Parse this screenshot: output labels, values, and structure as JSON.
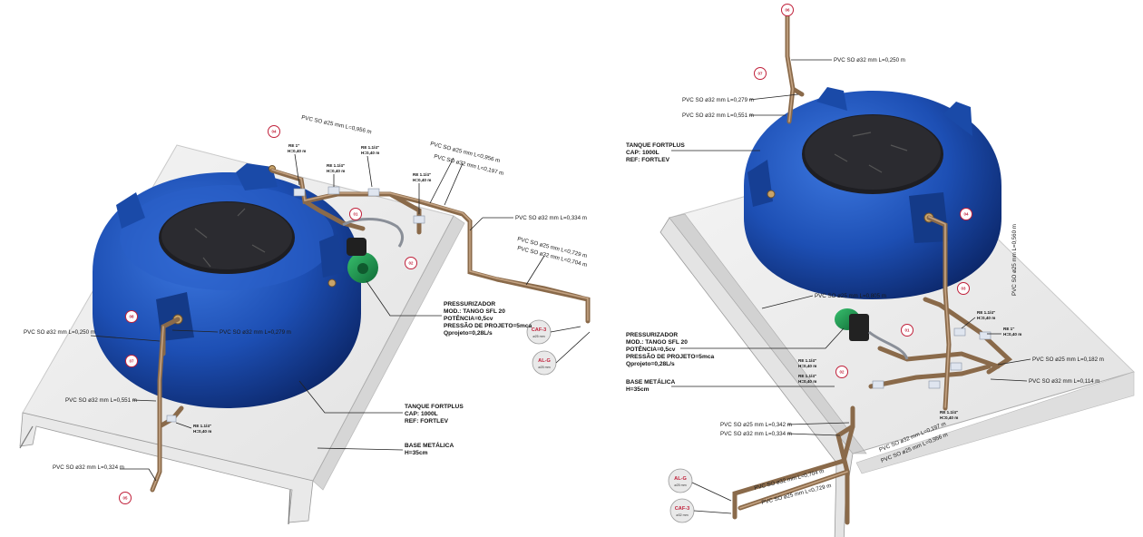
{
  "colors": {
    "tank": "#1d4fb4",
    "tank_dark": "#0d2a6e",
    "lid": "#1e1e22",
    "pipe": "#8a6a4a",
    "pump": "#1f9a52",
    "bubble": "#c0203a",
    "base": "#efefef"
  },
  "left_view": {
    "markers": [
      "04",
      "01",
      "02",
      "08",
      "07",
      "05"
    ],
    "callouts": [
      {
        "title": "CAF-3",
        "sub": "ø25 mm"
      },
      {
        "title": "AL-G",
        "sub": "ø25 mm"
      }
    ],
    "labels": {
      "top_pipe_a": "PVC SO ø25 mm L=0,956 m",
      "re1": "RE 1\"",
      "re1_h": "H=0,40 m",
      "re114_a": "RE 1.1/4\"",
      "re114_a_h": "H=0,40 m",
      "re114_b": "RE 1.1/4\"",
      "re114_b_h": "H=0,40 m",
      "re114_c": "RE 1.1/4\"",
      "re114_c_h": "H=0,40 m",
      "pipe_956": "PVC SO ø25 mm L=0,956 m",
      "pipe_197": "PVC SO ø32 mm L=0,197 m",
      "pipe_334": "PVC SO ø32 mm L=0,334 m",
      "pipe_729": "PVC SO ø25 mm L=0,729 m",
      "pipe_704": "PVC SO ø32 mm L=0,704 m",
      "pressurizador": "PRESSURIZADOR",
      "mod": "MOD.: TANGO SFL 20",
      "potencia": "POTÊNCIA=0,5cv",
      "pressao": "PRESSÃO DE PROJETO=5mca",
      "qprojeto": "Qprojeto=0,28L/s",
      "pipe_250": "PVC SO ø32 mm L=0,250 m",
      "pipe_279": "PVC SO ø32 mm L=0,279 m",
      "pipe_551": "PVC SO ø32 mm L=0,551 m",
      "re114_d": "RE 1.1/4\"",
      "re114_d_h": "H=0,40 m",
      "tanque": "TANQUE FORTPLUS",
      "cap": "CAP: 1000L",
      "ref": "REF: FORTLEV",
      "base": "BASE METÁLICA",
      "base_h": "H=35cm",
      "pipe_324": "PVC SO ø32 mm L=0,324 m"
    }
  },
  "right_view": {
    "markers": [
      "06",
      "07",
      "04",
      "03",
      "01",
      "02"
    ],
    "callouts": [
      {
        "title": "AL-G",
        "sub": "ø25 mm"
      },
      {
        "title": "CAF-3",
        "sub": "ø32 mm"
      }
    ],
    "labels": {
      "pipe_250": "PVC SO ø32 mm L=0,250 m",
      "pipe_279": "PVC SO ø32 mm L=0,279 m",
      "pipe_551": "PVC SO ø32 mm L=0,551 m",
      "tanque": "TANQUE FORTPLUS",
      "cap": "CAP: 1000L",
      "ref": "REF: FORTLEV",
      "pipe_560": "PVC SO ø25 mm L=0,560 m",
      "pipe_805": "PVC SO ø25 mm L=0,805 m",
      "re114_a": "RE 1.1/4\"",
      "re114_a_h": "H=0,40 m",
      "re1": "RE 1\"",
      "re1_h": "H=0,40 m",
      "pressurizador": "PRESSURIZADOR",
      "mod": "MOD.: TANGO SFL 20",
      "potencia": "POTÊNCIA=0,5cv",
      "pressao": "PRESSÃO DE PROJETO=5mca",
      "qprojeto": "Qprojeto=0,28L/s",
      "base": "BASE METÁLICA",
      "base_h": "H=35cm",
      "re114_b": "RE 1.1/4\"",
      "re114_b_h": "H=0,40 m",
      "re114_c": "RE 1.1/4\"",
      "re114_c_h": "H=0,40 m",
      "pipe_182": "PVC SO ø25 mm L=0,182 m",
      "pipe_114": "PVC SO ø32 mm L=0,114 m",
      "re114_d": "RE 1.1/4\"",
      "re114_d_h": "H=0,40 m",
      "pipe_342": "PVC SO ø25 mm L=0,342 m",
      "pipe_334": "PVC SO ø32 mm L=0,334 m",
      "pipe_197": "PVC SO ø32 mm L=0,197 m",
      "pipe_956": "PVC SO ø25 mm L=0,956 m",
      "pipe_704": "PVC SO ø32 mm L=0,704 m",
      "pipe_729": "PVC SO ø25 mm L=0,729 m"
    }
  }
}
